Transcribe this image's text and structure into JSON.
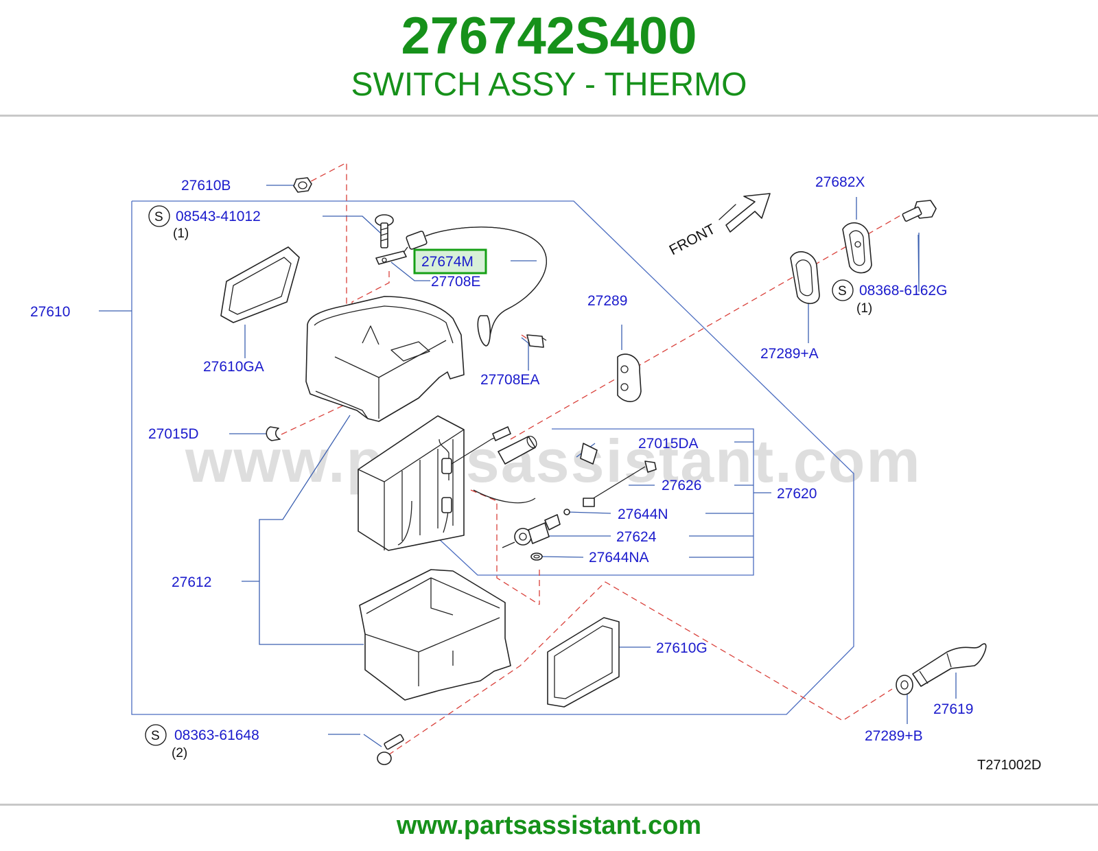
{
  "header": {
    "part_number": "276742S400",
    "part_name": "SWITCH ASSY - THERMO"
  },
  "footer": {
    "url": "www.partsassistant.com"
  },
  "diagram": {
    "watermark": "www.partsassistant.com",
    "diagram_code": "T271002D",
    "front_label": "FRONT",
    "highlighted_part": "27674M",
    "standard_symbol": "S",
    "labels": {
      "p27610B": "27610B",
      "p08543_41012": "08543-41012",
      "q08543": "(1)",
      "p27674M": "27674M",
      "p27708E": "27708E",
      "p27610": "27610",
      "p27610GA": "27610GA",
      "p27708EA": "27708EA",
      "p27289": "27289",
      "p27682X": "27682X",
      "p08368_6162G": "08368-6162G",
      "q08368": "(1)",
      "p27289A": "27289+A",
      "p27015D": "27015D",
      "p27015DA": "27015DA",
      "p27626": "27626",
      "p27620": "27620",
      "p27644N": "27644N",
      "p27624": "27624",
      "p27644NA": "27644NA",
      "p27612": "27612",
      "p27610G": "27610G",
      "p08363_61648": "08363-61648",
      "q08363": "(2)",
      "p27619": "27619",
      "p27289B": "27289+B"
    },
    "colors": {
      "brand_green": "#16911a",
      "label_blue": "#1a1acc",
      "leader_blue": "#3a5fb0",
      "dash_red": "#d9403a",
      "highlight_green": "#16a016"
    }
  }
}
